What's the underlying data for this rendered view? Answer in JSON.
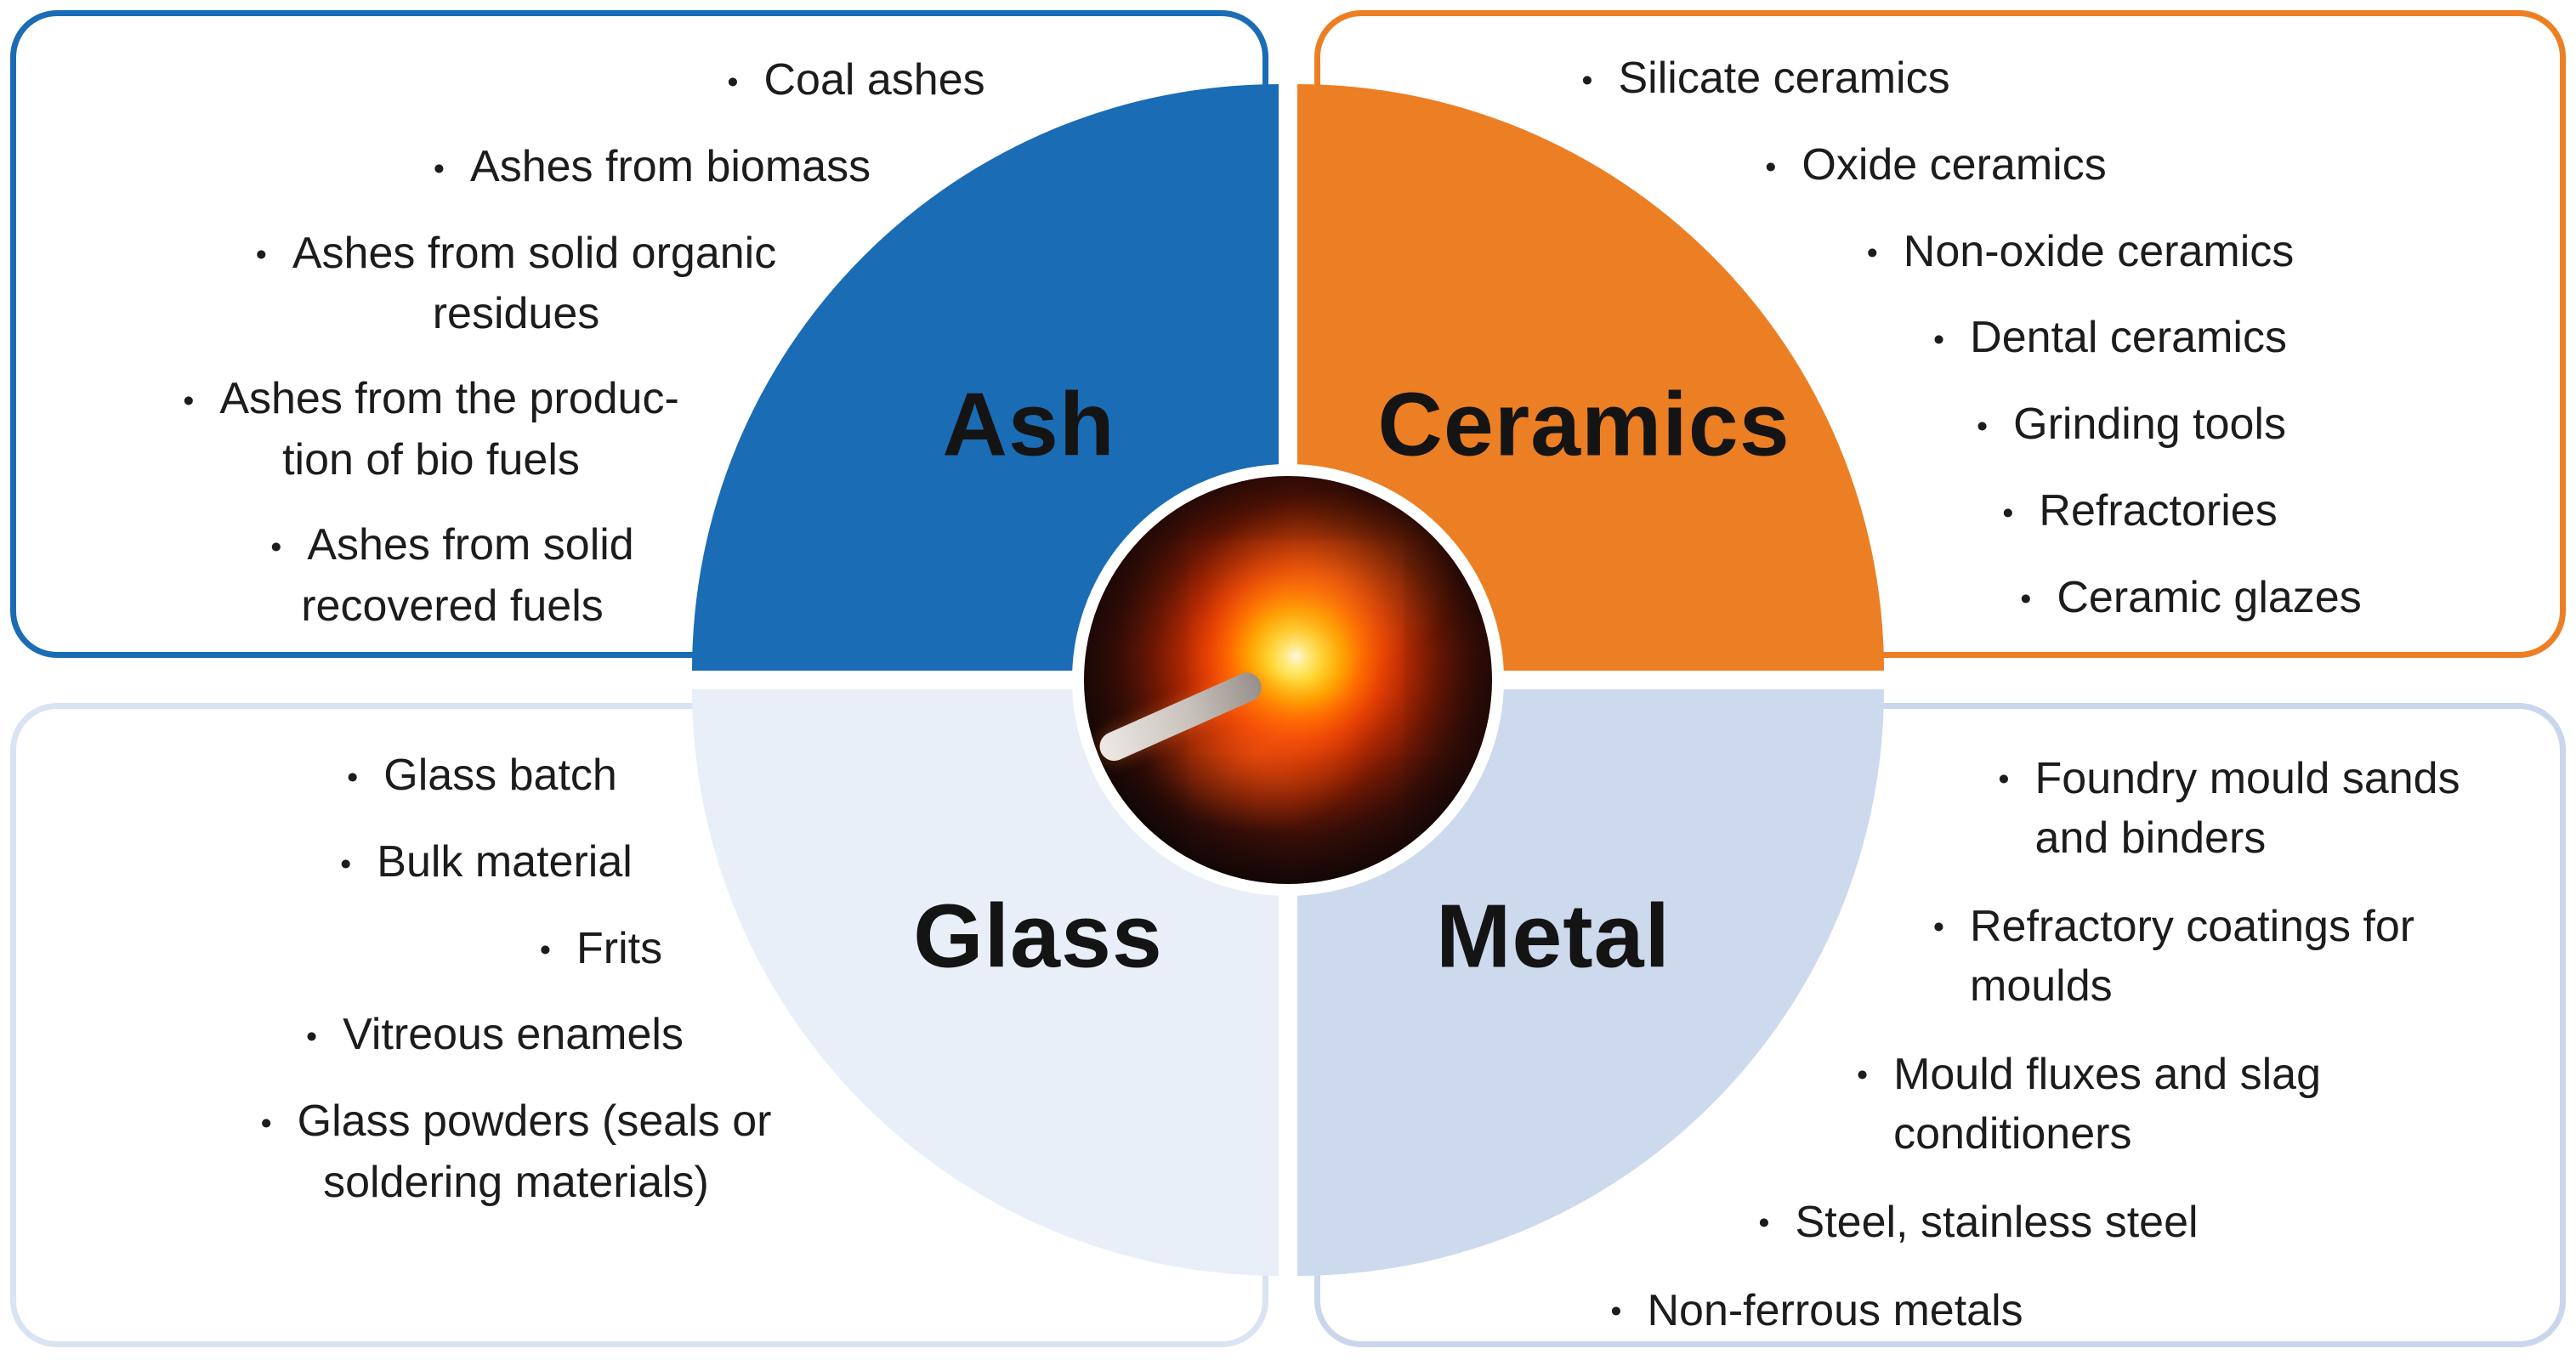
{
  "ui": {
    "bullet": "•"
  },
  "quadrants": {
    "ash": {
      "label": "Ash",
      "color": "#1A6CB4",
      "panel_border": "#1A6CB4",
      "items": [
        "Coal ashes",
        "Ashes from biomass",
        "Ashes from solid organic\nresidues",
        "Ashes from the produc-\ntion of bio fuels",
        "Ashes from solid\nrecovered fuels"
      ]
    },
    "ceramics": {
      "label": "Ceramics",
      "color": "#EC7F23",
      "panel_border": "#EC7F23",
      "items": [
        "Silicate ceramics",
        "Oxide ceramics",
        "Non-oxide ceramics",
        "Dental ceramics",
        "Grinding tools",
        "Refractories",
        "Ceramic glazes"
      ]
    },
    "glass": {
      "label": "Glass",
      "color": "#E9EFF9",
      "panel_border": "#D9E3F3",
      "items": [
        "Glass batch",
        "Bulk material",
        "Frits",
        "Vitreous enamels",
        "Glass powders (seals or\nsoldering materials)"
      ]
    },
    "metal": {
      "label": "Metal",
      "color": "#CDD9ED",
      "panel_border": "#C9D6EC",
      "items": [
        "Foundry mould sands\nand binders",
        "Refractory coatings for\nmoulds",
        "Mould fluxes and slag\nconditioners",
        "Steel, stainless steel",
        "Non-ferrous metals"
      ]
    }
  },
  "center_photo": {
    "name": "molten-sample-photo"
  }
}
